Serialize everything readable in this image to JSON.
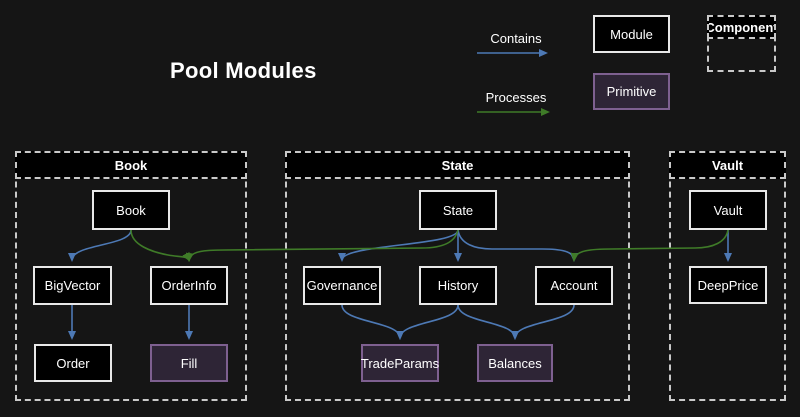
{
  "title": "Pool Modules",
  "legend": {
    "contains_label": "Contains",
    "processes_label": "Processes",
    "module_label": "Module",
    "primitive_label": "Primitive",
    "component_label": "Component"
  },
  "colors": {
    "background": "#151515",
    "box_fill": "#000000",
    "box_border": "#e8e8e8",
    "primitive_fill": "#2e2536",
    "primitive_border": "#7e6090",
    "container_border": "#c9c9c9",
    "contains_edge": "#4d79b5",
    "processes_edge": "#3f7b28",
    "text": "#ffffff"
  },
  "containers": [
    {
      "title": "Book",
      "nodes": [
        {
          "label": "Book",
          "type": "module"
        },
        {
          "label": "BigVector",
          "type": "module"
        },
        {
          "label": "OrderInfo",
          "type": "module"
        },
        {
          "label": "Order",
          "type": "module"
        },
        {
          "label": "Fill",
          "type": "primitive"
        }
      ]
    },
    {
      "title": "State",
      "nodes": [
        {
          "label": "State",
          "type": "module"
        },
        {
          "label": "Governance",
          "type": "module"
        },
        {
          "label": "History",
          "type": "module"
        },
        {
          "label": "Account",
          "type": "module"
        },
        {
          "label": "TradeParams",
          "type": "primitive"
        },
        {
          "label": "Balances",
          "type": "primitive"
        }
      ]
    },
    {
      "title": "Vault",
      "nodes": [
        {
          "label": "Vault",
          "type": "module"
        },
        {
          "label": "DeepPrice",
          "type": "module"
        }
      ]
    }
  ],
  "edges": [
    {
      "from": "Book",
      "to": "BigVector",
      "type": "contains"
    },
    {
      "from": "BigVector",
      "to": "Order",
      "type": "contains"
    },
    {
      "from": "OrderInfo",
      "to": "Fill",
      "type": "contains"
    },
    {
      "from": "State",
      "to": "Governance",
      "type": "contains"
    },
    {
      "from": "State",
      "to": "History",
      "type": "contains"
    },
    {
      "from": "State",
      "to": "Account",
      "type": "contains"
    },
    {
      "from": "Governance",
      "to": "TradeParams",
      "type": "contains"
    },
    {
      "from": "History",
      "to": "TradeParams",
      "type": "contains"
    },
    {
      "from": "History",
      "to": "Balances",
      "type": "contains"
    },
    {
      "from": "Account",
      "to": "Balances",
      "type": "contains"
    },
    {
      "from": "Vault",
      "to": "DeepPrice",
      "type": "contains"
    },
    {
      "from": "Book",
      "to": "OrderInfo",
      "type": "processes"
    },
    {
      "from": "State",
      "to": "OrderInfo",
      "type": "processes"
    },
    {
      "from": "Vault",
      "to": "Account",
      "type": "processes"
    }
  ]
}
